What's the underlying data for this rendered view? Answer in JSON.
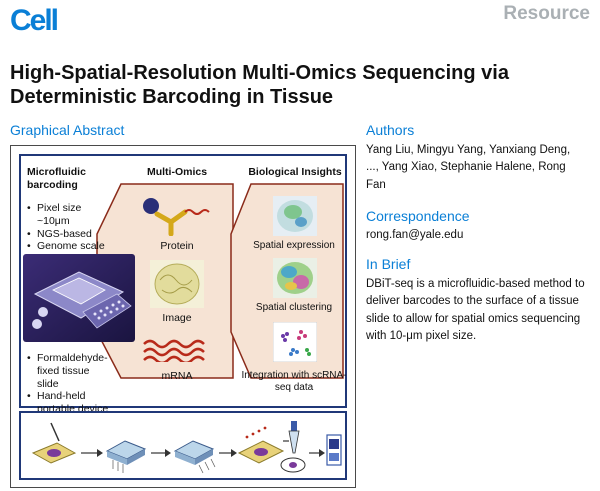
{
  "header": {
    "journal": "Cell",
    "section": "Resource"
  },
  "title": "High-Spatial-Resolution Multi-Omics Sequencing via Deterministic Barcoding in Tissue",
  "graphical_abstract": {
    "heading": "Graphical Abstract",
    "microfluidic_title": "Microfluidic barcoding",
    "microfluidic_bullets": [
      "Pixel size ~10μm",
      "NGS-based",
      "Genome scale"
    ],
    "device_bullets": [
      "Formaldehyde-fixed tissue slide",
      "Hand-held portable device"
    ],
    "multi_omics_title": "Multi-Omics",
    "omics": [
      "Protein",
      "Image",
      "mRNA"
    ],
    "insights_title": "Biological Insights",
    "insights": [
      "Spatial expression",
      "Spatial clustering",
      "Integration with scRNA-seq data"
    ],
    "colors": {
      "frame": "#203878",
      "funnel_fill": "#f6e3d4",
      "funnel_stroke": "#8a2b1a",
      "accent": "#0a7fd6"
    }
  },
  "authors": {
    "heading": "Authors",
    "text": "Yang Liu, Mingyu Yang, Yanxiang Deng, ..., Yang Xiao, Stephanie Halene, Rong Fan"
  },
  "correspondence": {
    "heading": "Correspondence",
    "email": "rong.fan@yale.edu"
  },
  "in_brief": {
    "heading": "In Brief",
    "text": "DBiT-seq is a microfluidic-based method to deliver barcodes to the surface of a tissue slide to allow for spatial omics sequencing with 10-μm pixel size."
  }
}
